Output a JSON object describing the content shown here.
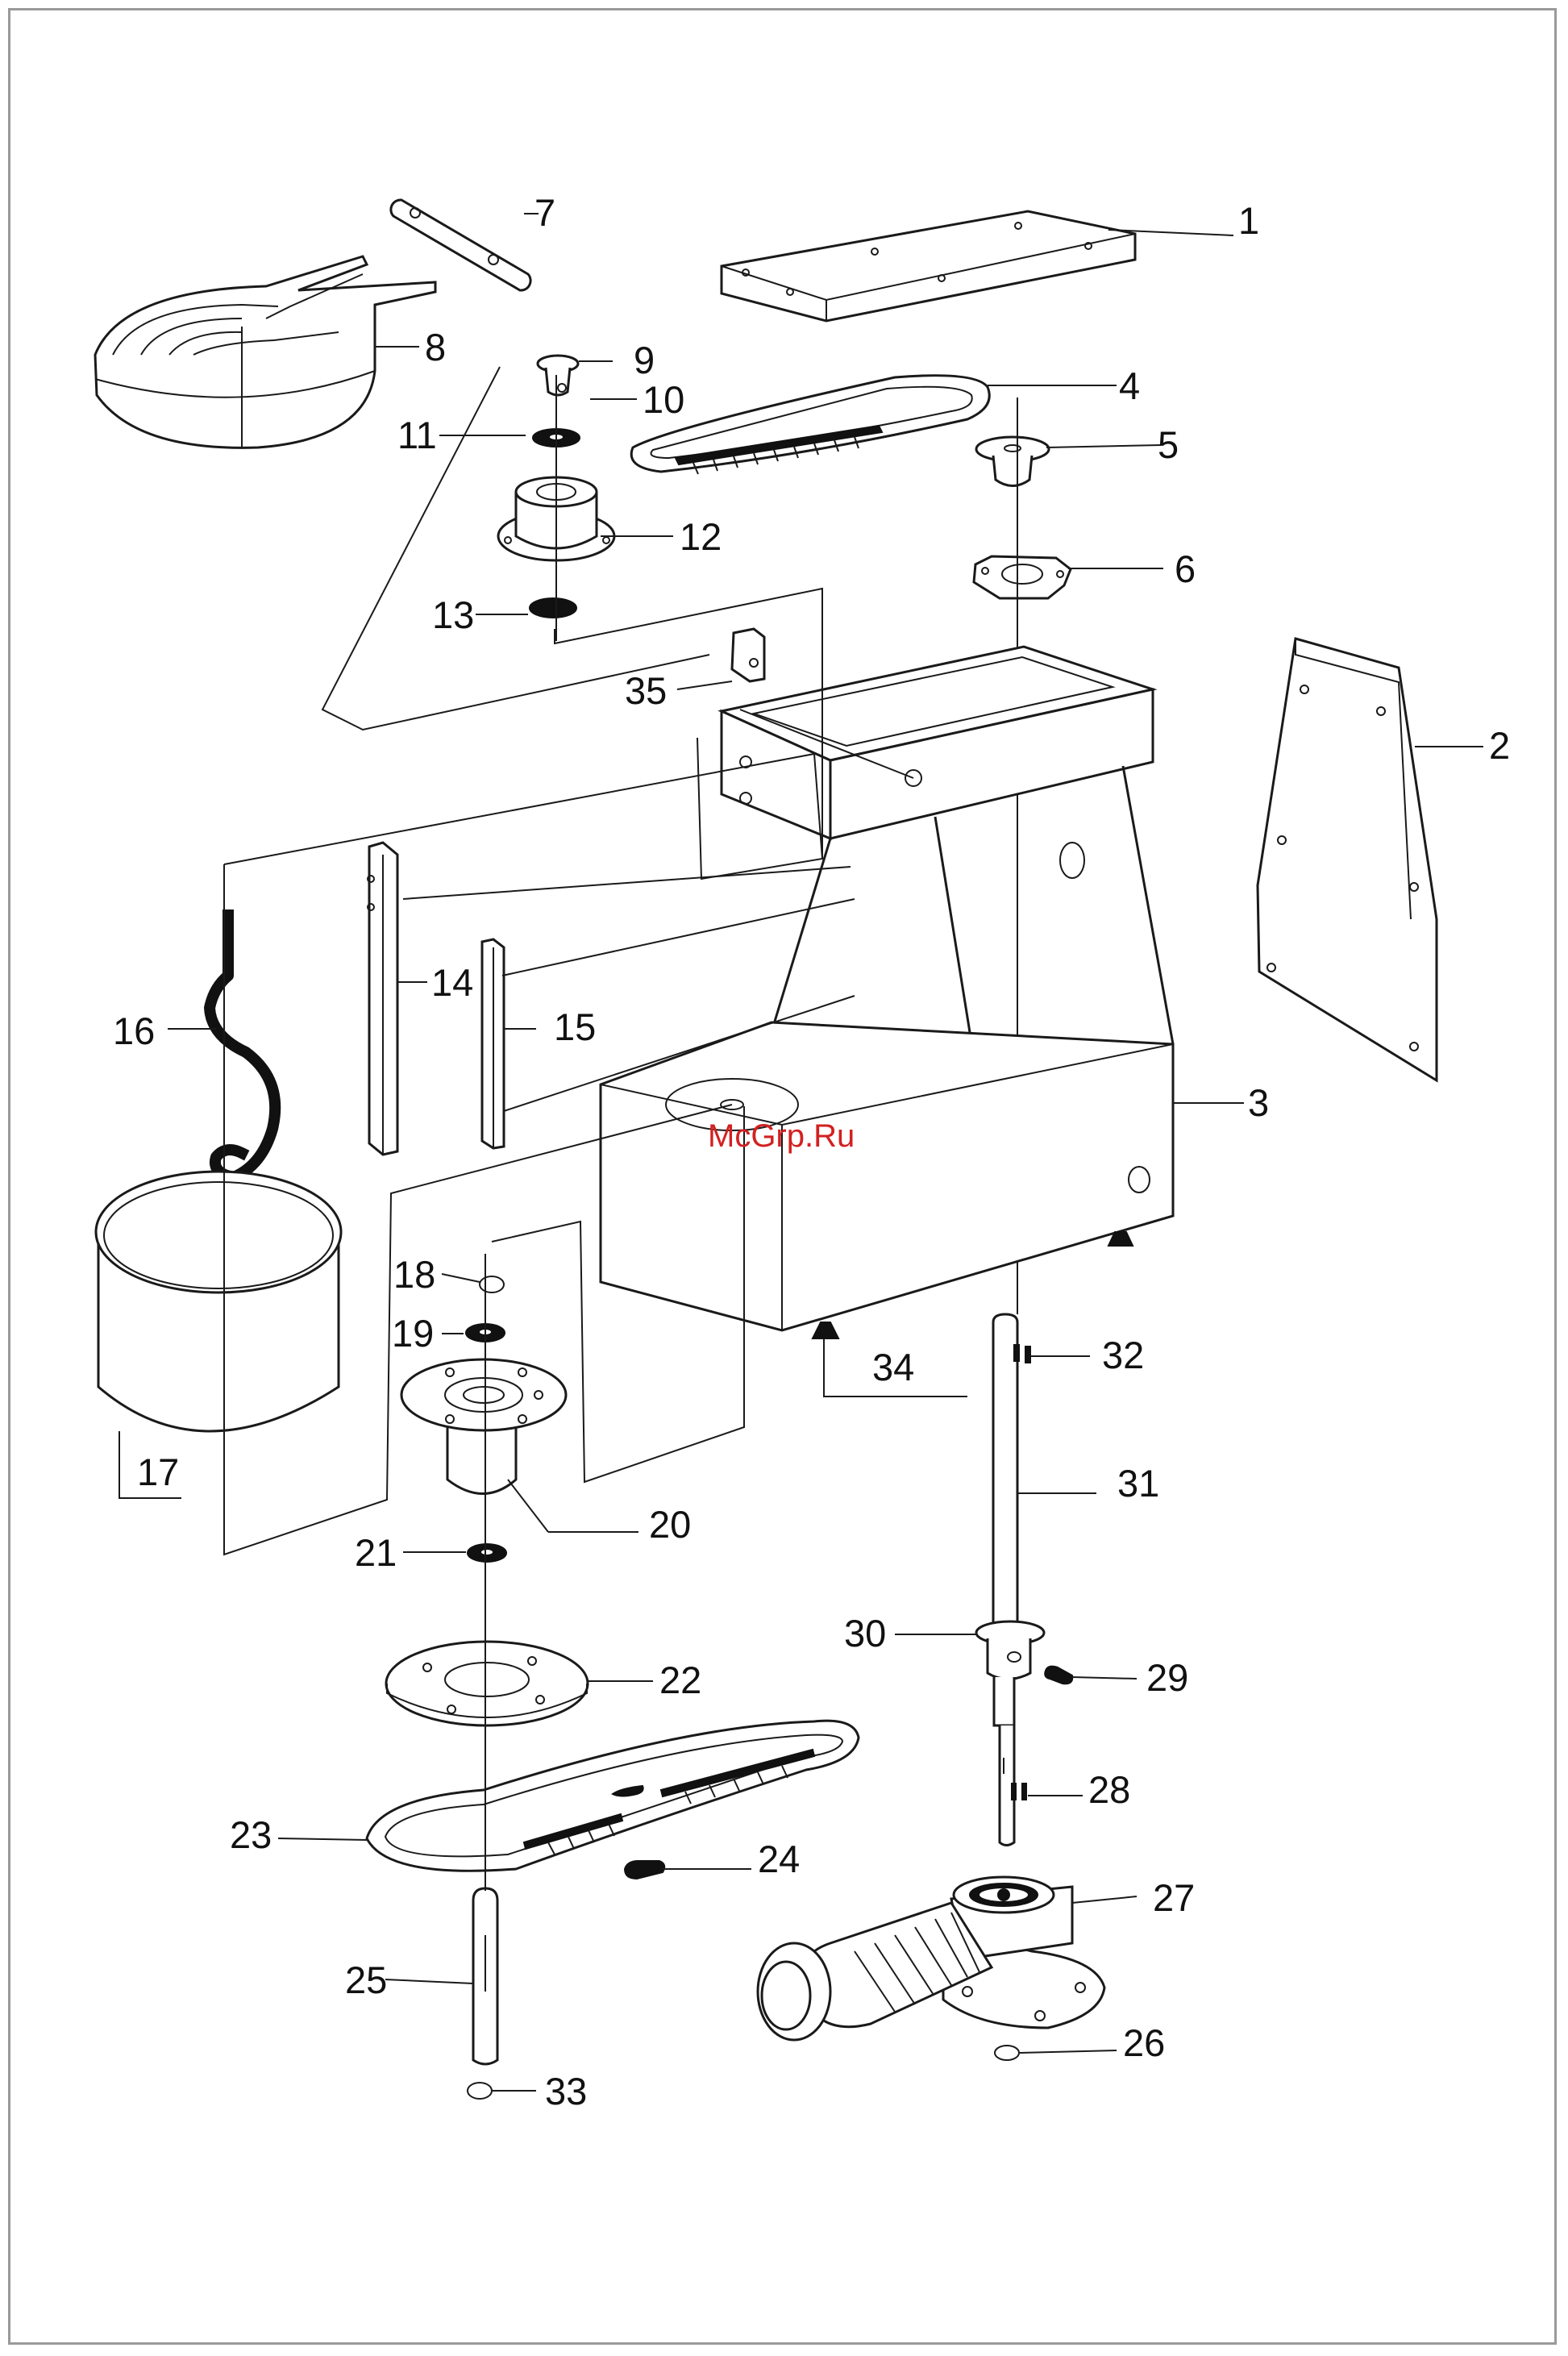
{
  "watermark": "McGrp.Ru",
  "labels": [
    "1",
    "2",
    "3",
    "4",
    "5",
    "6",
    "7",
    "8",
    "9",
    "10",
    "11",
    "12",
    "13",
    "14",
    "15",
    "16",
    "17",
    "18",
    "19",
    "20",
    "21",
    "22",
    "23",
    "24",
    "25",
    "26",
    "27",
    "28",
    "29",
    "30",
    "31",
    "32",
    "33",
    "34",
    "35"
  ]
}
